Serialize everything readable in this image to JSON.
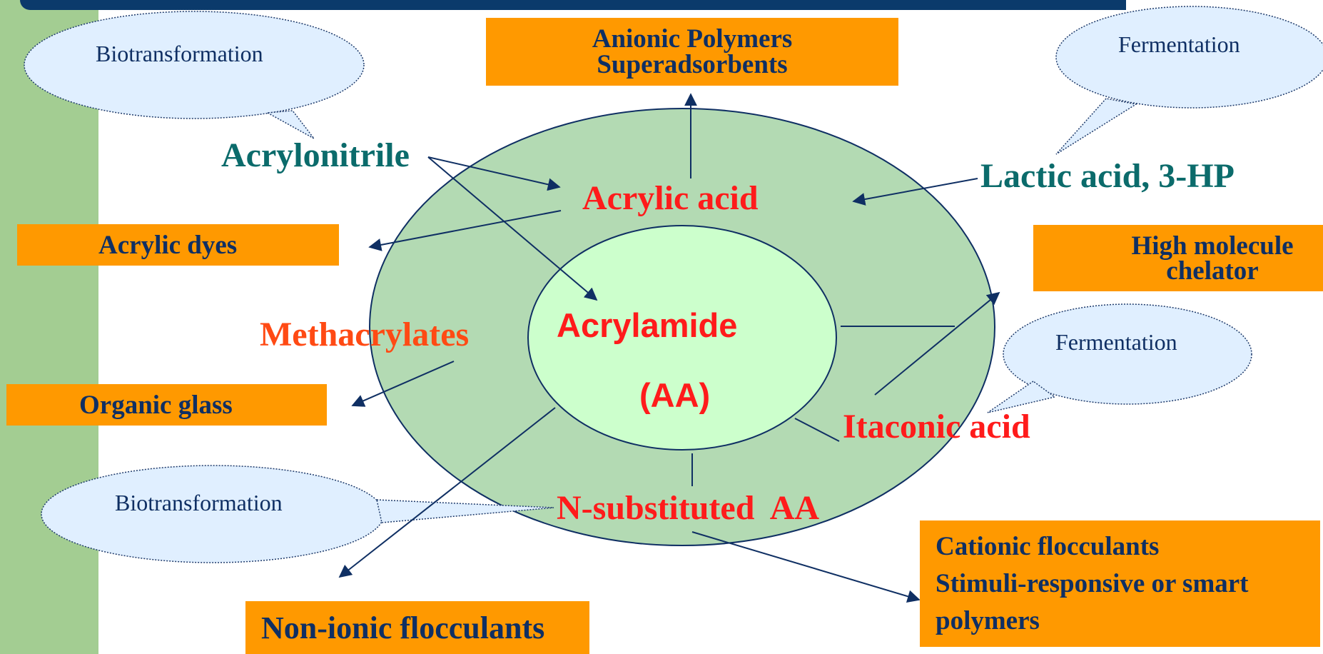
{
  "colors": {
    "left_bar": "#a3cd92",
    "top_bar": "#0b3a6b",
    "outer_ellipse": "#b3dab3",
    "inner_ellipse": "#ccffcc",
    "box": "#ff9900",
    "bubble": "#e0efff",
    "navy_text": "#0f2f63",
    "teal_text": "#0b6b6b",
    "red_text": "#ff1b1b"
  },
  "boxes": {
    "anionic_line1": "Anionic Polymers",
    "anionic_line2": "Superadsorbents",
    "acrylic_dyes": "Acrylic dyes",
    "high_molecule_line1": "High molecule",
    "high_molecule_line2": "chelator",
    "organic_glass": "Organic glass",
    "cationic_line1": "Cationic flocculants",
    "cationic_line2": "Stimuli-responsive or smart",
    "cationic_line3": "polymers",
    "non_ionic": "Non-ionic flocculants"
  },
  "bubbles": {
    "top_left": "Biotransformation",
    "top_right": "Fermentation",
    "middle_right": "Fermentation",
    "bottom_left": "Biotransformation"
  },
  "labels": {
    "acrylonitrile": "Acrylonitrile",
    "lactic_acid": "Lactic acid, 3-HP",
    "acrylic_acid": "Acrylic acid",
    "methacrylates": "Methacrylates",
    "acrylamide": "Acrylamide",
    "aa": "(AA)",
    "itaconic_acid": "Itaconic acid",
    "n_substituted": "N-substituted  AA"
  }
}
